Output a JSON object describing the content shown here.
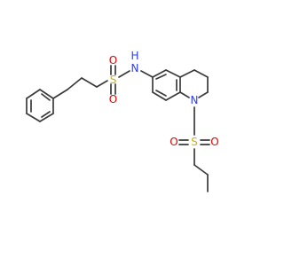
{
  "molecule": {
    "atoms": [
      {
        "id": "S1",
        "symbol": "S",
        "color": "#c8b400"
      },
      {
        "id": "O1",
        "symbol": "O",
        "color": "#e00000"
      },
      {
        "id": "O2",
        "symbol": "O",
        "color": "#e00000"
      },
      {
        "id": "N1",
        "symbol": "N",
        "color": "#2a3cff"
      },
      {
        "id": "H1",
        "symbol": "H",
        "color": "#2a3cff"
      },
      {
        "id": "N2",
        "symbol": "N",
        "color": "#2a3cff"
      },
      {
        "id": "S2",
        "symbol": "S",
        "color": "#c8b400"
      },
      {
        "id": "O3",
        "symbol": "O",
        "color": "#e00000"
      },
      {
        "id": "O4",
        "symbol": "O",
        "color": "#e00000"
      }
    ],
    "bond_color": "#3a3a3a",
    "background": "#ffffff"
  }
}
